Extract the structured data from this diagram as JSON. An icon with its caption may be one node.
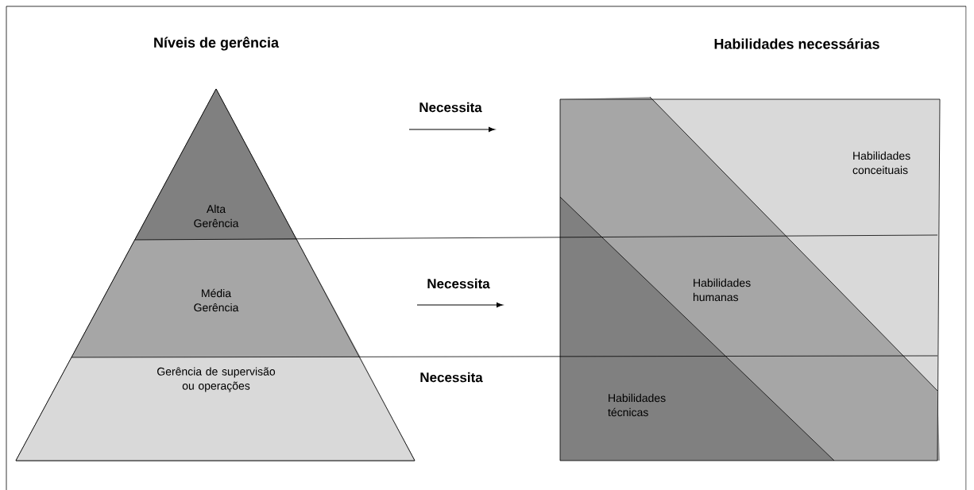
{
  "diagram": {
    "nodes": [
      {
        "text": [
          "Alta Gerência"
        ]
      },
      {
        "text": [
          "Média Gerência"
        ]
      },
      {
        "text": [
          "Gerência de supervisão ou operações"
        ]
      },
      {
        "text": [
          "Habilidades conceituais"
        ]
      },
      {
        "text": [
          "Habilidades humanas"
        ]
      },
      {
        "text": [
          "Habilidades técnicas"
        ]
      }
    ],
    "labels": [
      "Níveis de gerência",
      "Habilidades necessárias",
      "Necessita",
      "Necessita",
      "Necessita"
    ]
  }
}
